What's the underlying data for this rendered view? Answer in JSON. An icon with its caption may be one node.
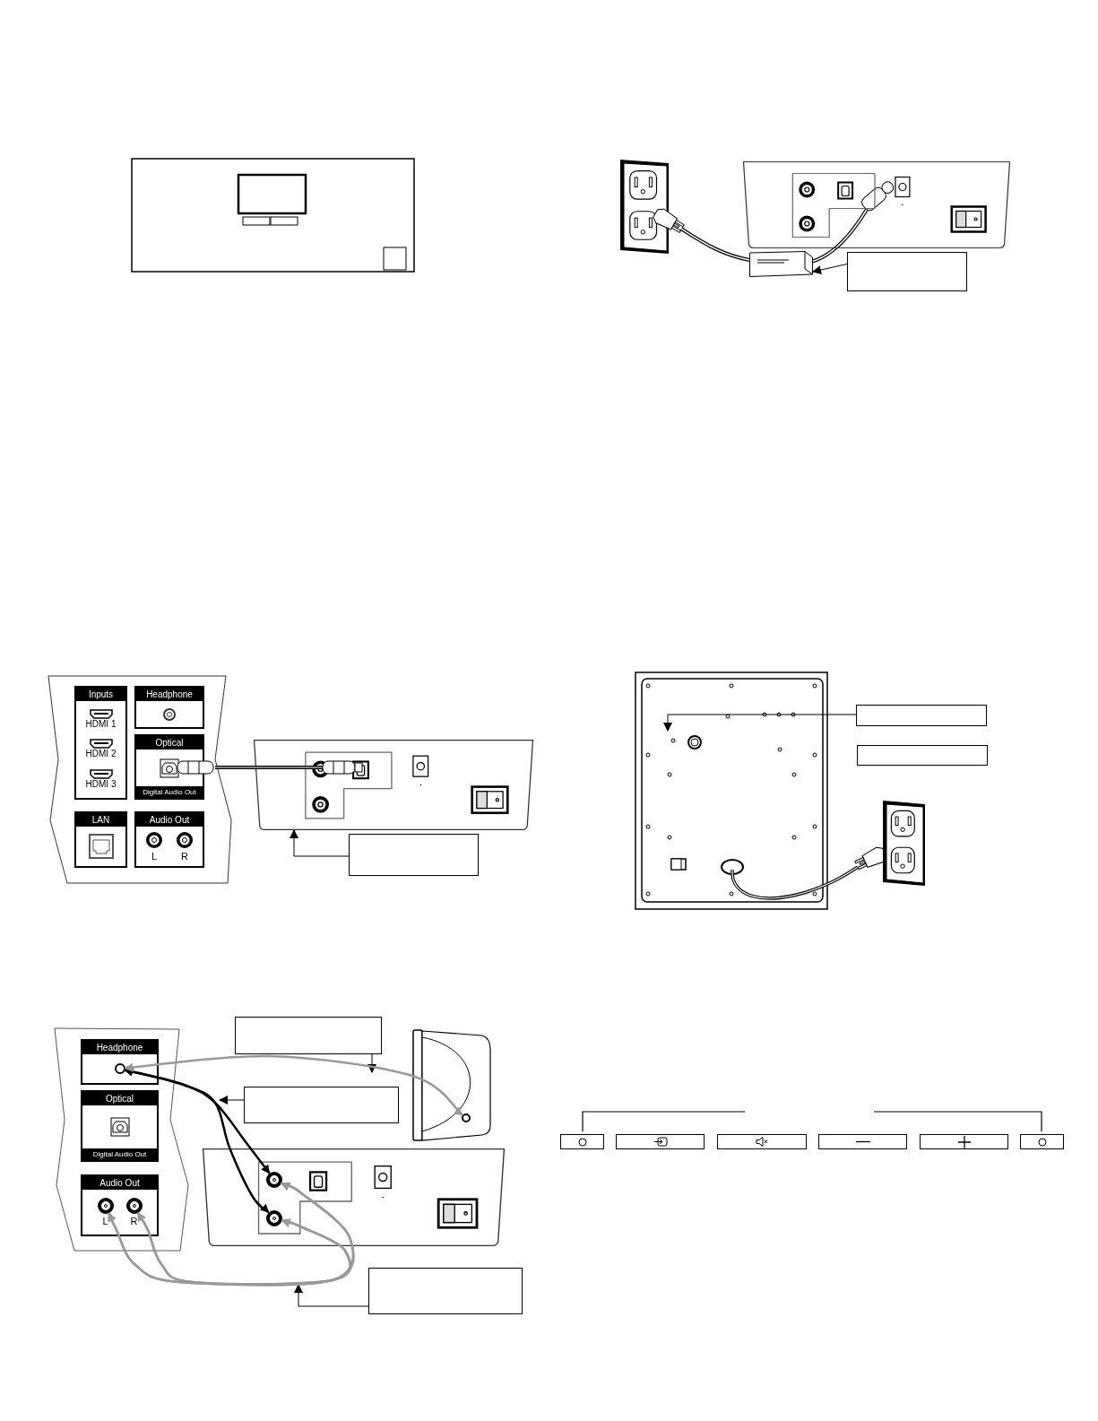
{
  "diagram": {
    "nodes": [
      {
        "text": [],
        "shape": "box"
      },
      {
        "text": [
          "Inputs",
          "HDMI 1",
          "HDMI 2",
          "HDMI 3"
        ]
      },
      {
        "text": [
          "Headphone"
        ]
      },
      {
        "text": [
          "Optical",
          "Digital Audio Out"
        ]
      },
      {
        "text": [
          "LAN"
        ]
      },
      {
        "text": [
          "Audio Out",
          "L",
          "R"
        ]
      },
      {
        "text": [],
        "shape": "box"
      },
      {
        "text": [],
        "shape": "box"
      },
      {
        "text": [],
        "shape": "box"
      },
      {
        "text": [],
        "shape": "box"
      },
      {
        "text": [
          "Headphone"
        ]
      },
      {
        "text": [],
        "shape": "circle",
        "in": 10
      },
      {
        "text": [],
        "shape": "box"
      },
      {
        "text": [
          "Optical",
          "Digital Audio Out"
        ]
      },
      {
        "text": [
          "Audio Out",
          "L",
          "R"
        ]
      },
      {
        "text": [],
        "shape": "circle",
        "in": 14
      },
      {
        "text": [],
        "shape": "circle",
        "in": 14
      },
      {
        "text": [],
        "shape": "circle"
      },
      {
        "text": [],
        "shape": "picture"
      },
      {
        "text": [],
        "shape": "circle",
        "in": 18
      },
      {
        "text": [],
        "shape": "circle",
        "in": 18
      },
      {
        "text": [],
        "shape": "box"
      },
      {
        "text": [],
        "shape": "box"
      },
      {
        "text": [],
        "shape": "picture"
      },
      {
        "text": [],
        "shape": "picture"
      }
    ],
    "edges": [
      {
        "from": 0,
        "to": 22,
        "arrow": "to"
      },
      {
        "from": 6,
        "to": 23,
        "arrow": "to"
      },
      {
        "from": 7,
        "to": null,
        "arrow": "to"
      },
      {
        "from": 9,
        "to": null,
        "arrow": "to"
      },
      {
        "from": 12,
        "to": null,
        "arrow": "to"
      },
      {
        "from": 21,
        "to": null,
        "arrow": "to"
      },
      {
        "from": 11,
        "to": 19,
        "arrow": "both"
      },
      {
        "from": 11,
        "to": 20,
        "arrow": "both"
      },
      {
        "from": 11,
        "to": 17,
        "arrow": "both",
        "color": "#999999"
      },
      {
        "from": 15,
        "to": 19,
        "arrow": "both",
        "color": "#999999"
      },
      {
        "from": 15,
        "to": 20,
        "arrow": "both",
        "color": "#999999"
      },
      {
        "from": 16,
        "to": 19,
        "arrow": "both",
        "color": "#999999"
      },
      {
        "from": 16,
        "to": 20,
        "arrow": "both",
        "color": "#999999"
      }
    ]
  }
}
